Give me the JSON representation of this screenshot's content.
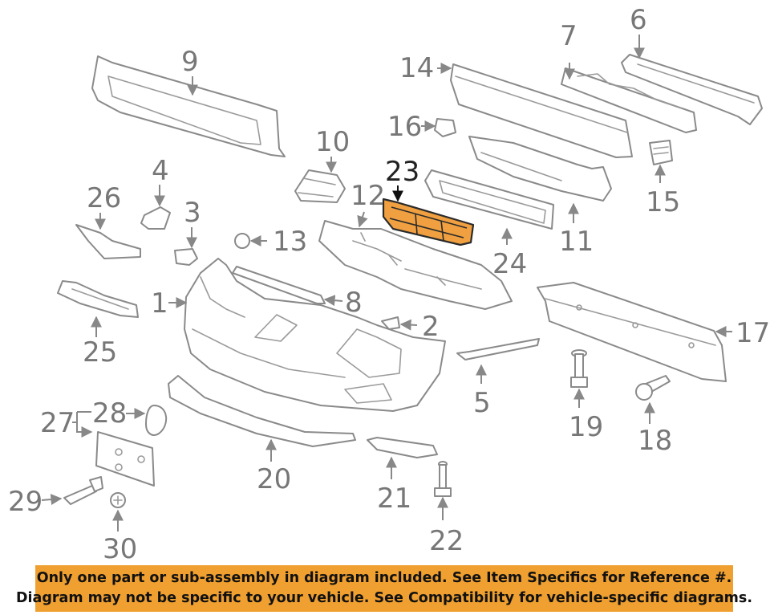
{
  "diagram": {
    "highlight_color": "#f0a040",
    "callouts": {
      "p1": "1",
      "p2": "2",
      "p3": "3",
      "p4": "4",
      "p5": "5",
      "p6": "6",
      "p7": "7",
      "p8": "8",
      "p9": "9",
      "p10": "10",
      "p11": "11",
      "p12": "12",
      "p13": "13",
      "p14": "14",
      "p15": "15",
      "p16": "16",
      "p17": "17",
      "p18": "18",
      "p19": "19",
      "p20": "20",
      "p21": "21",
      "p22": "22",
      "p23": "23",
      "p24": "24",
      "p25": "25",
      "p26": "26",
      "p27": "27",
      "p28": "28",
      "p29": "29",
      "p30": "30"
    }
  },
  "banner": {
    "line1": "Only one part or sub-assembly in diagram included. See Item Specifics for Reference #.",
    "line2": "Diagram may not be specific to your vehicle. See Compatibility for vehicle-specific diagrams.",
    "color": "#f0a030"
  }
}
